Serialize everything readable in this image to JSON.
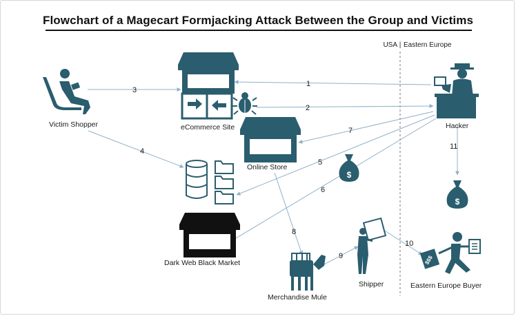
{
  "title": "Flowchart of a Magecart Formjacking Attack Between the Group and Victims",
  "regions": {
    "left": "USA",
    "right": "Eastern Europe"
  },
  "nodes": {
    "victim_shopper": "Victim Shopper",
    "ecommerce_site": "eCommerce Site",
    "hacker": "Hacker",
    "online_store": "Online Store",
    "dark_web": "Dark Web Black Market",
    "merchandise_mule": "Merchandise Mule",
    "shipper": "Shipper",
    "eastern_buyer": "Eastern Europe Buyer"
  },
  "steps": [
    "1",
    "2",
    "3",
    "4",
    "5",
    "6",
    "7",
    "8",
    "9",
    "10",
    "11"
  ],
  "money_symbol": "$",
  "buyer_bag_text": "$$$",
  "colors": {
    "accent": "#2a5d6e",
    "dark": "#111111",
    "arrow": "#8fb1c8",
    "divider": "#777777"
  },
  "icons": [
    "person-on-laptop-icon",
    "storefront-icon",
    "bug-icon",
    "database-icon",
    "folder-icon",
    "money-bag-icon",
    "hacker-icon",
    "mule-icon",
    "delivery-person-icon",
    "running-buyer-icon"
  ]
}
